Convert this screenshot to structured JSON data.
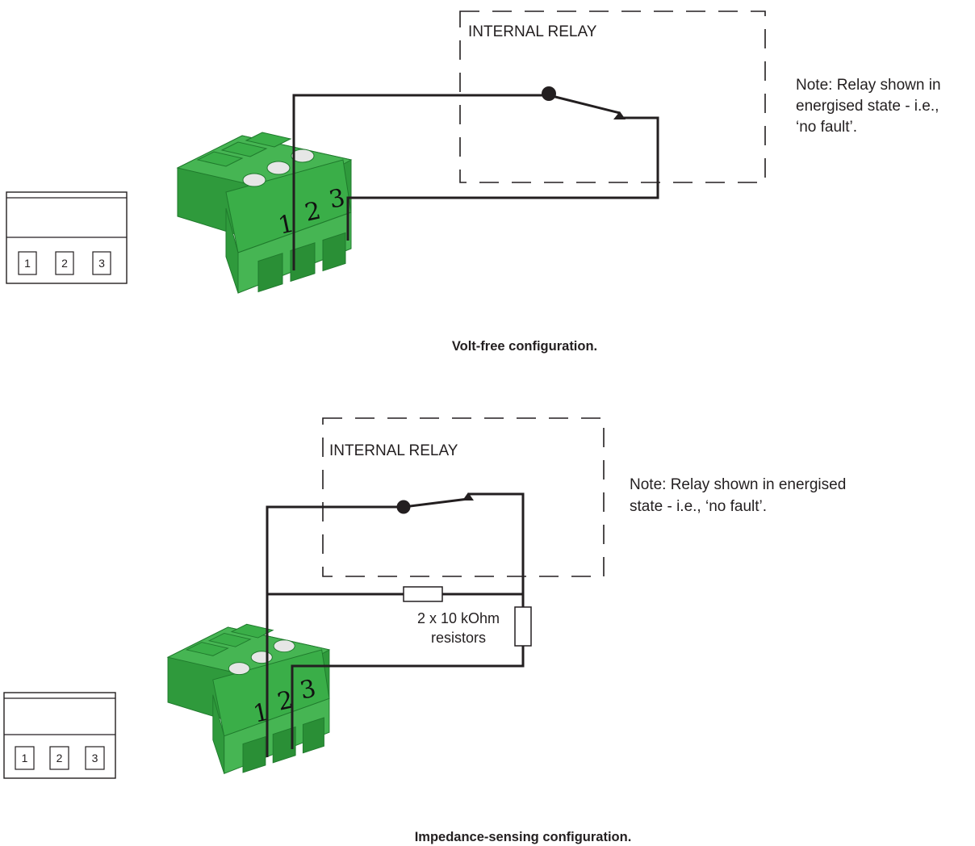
{
  "diagrams": [
    {
      "relay_label": "INTERNAL RELAY",
      "note_lines": [
        "Note: Relay shown in",
        "energised state - i.e.,",
        "‘no fault’."
      ],
      "terminal_numbers": [
        "1",
        "2",
        "3"
      ],
      "pin_numbers": [
        "1",
        "2",
        "3"
      ],
      "caption": "Volt-free configuration."
    },
    {
      "relay_label": "INTERNAL RELAY",
      "note_lines": [
        "Note: Relay shown in energised",
        "state  - i.e., ‘no fault’."
      ],
      "resistor_label_lines": [
        "2 x 10 kOhm",
        "resistors"
      ],
      "terminal_numbers": [
        "1",
        "2",
        "3"
      ],
      "pin_numbers": [
        "1",
        "2",
        "3"
      ],
      "caption": "Impedance-sensing configuration."
    }
  ],
  "colors": {
    "connector_green": "#3aae48",
    "connector_dark": "#1f7a2c",
    "connector_light": "#6ccf70",
    "wire": "#231f20"
  }
}
